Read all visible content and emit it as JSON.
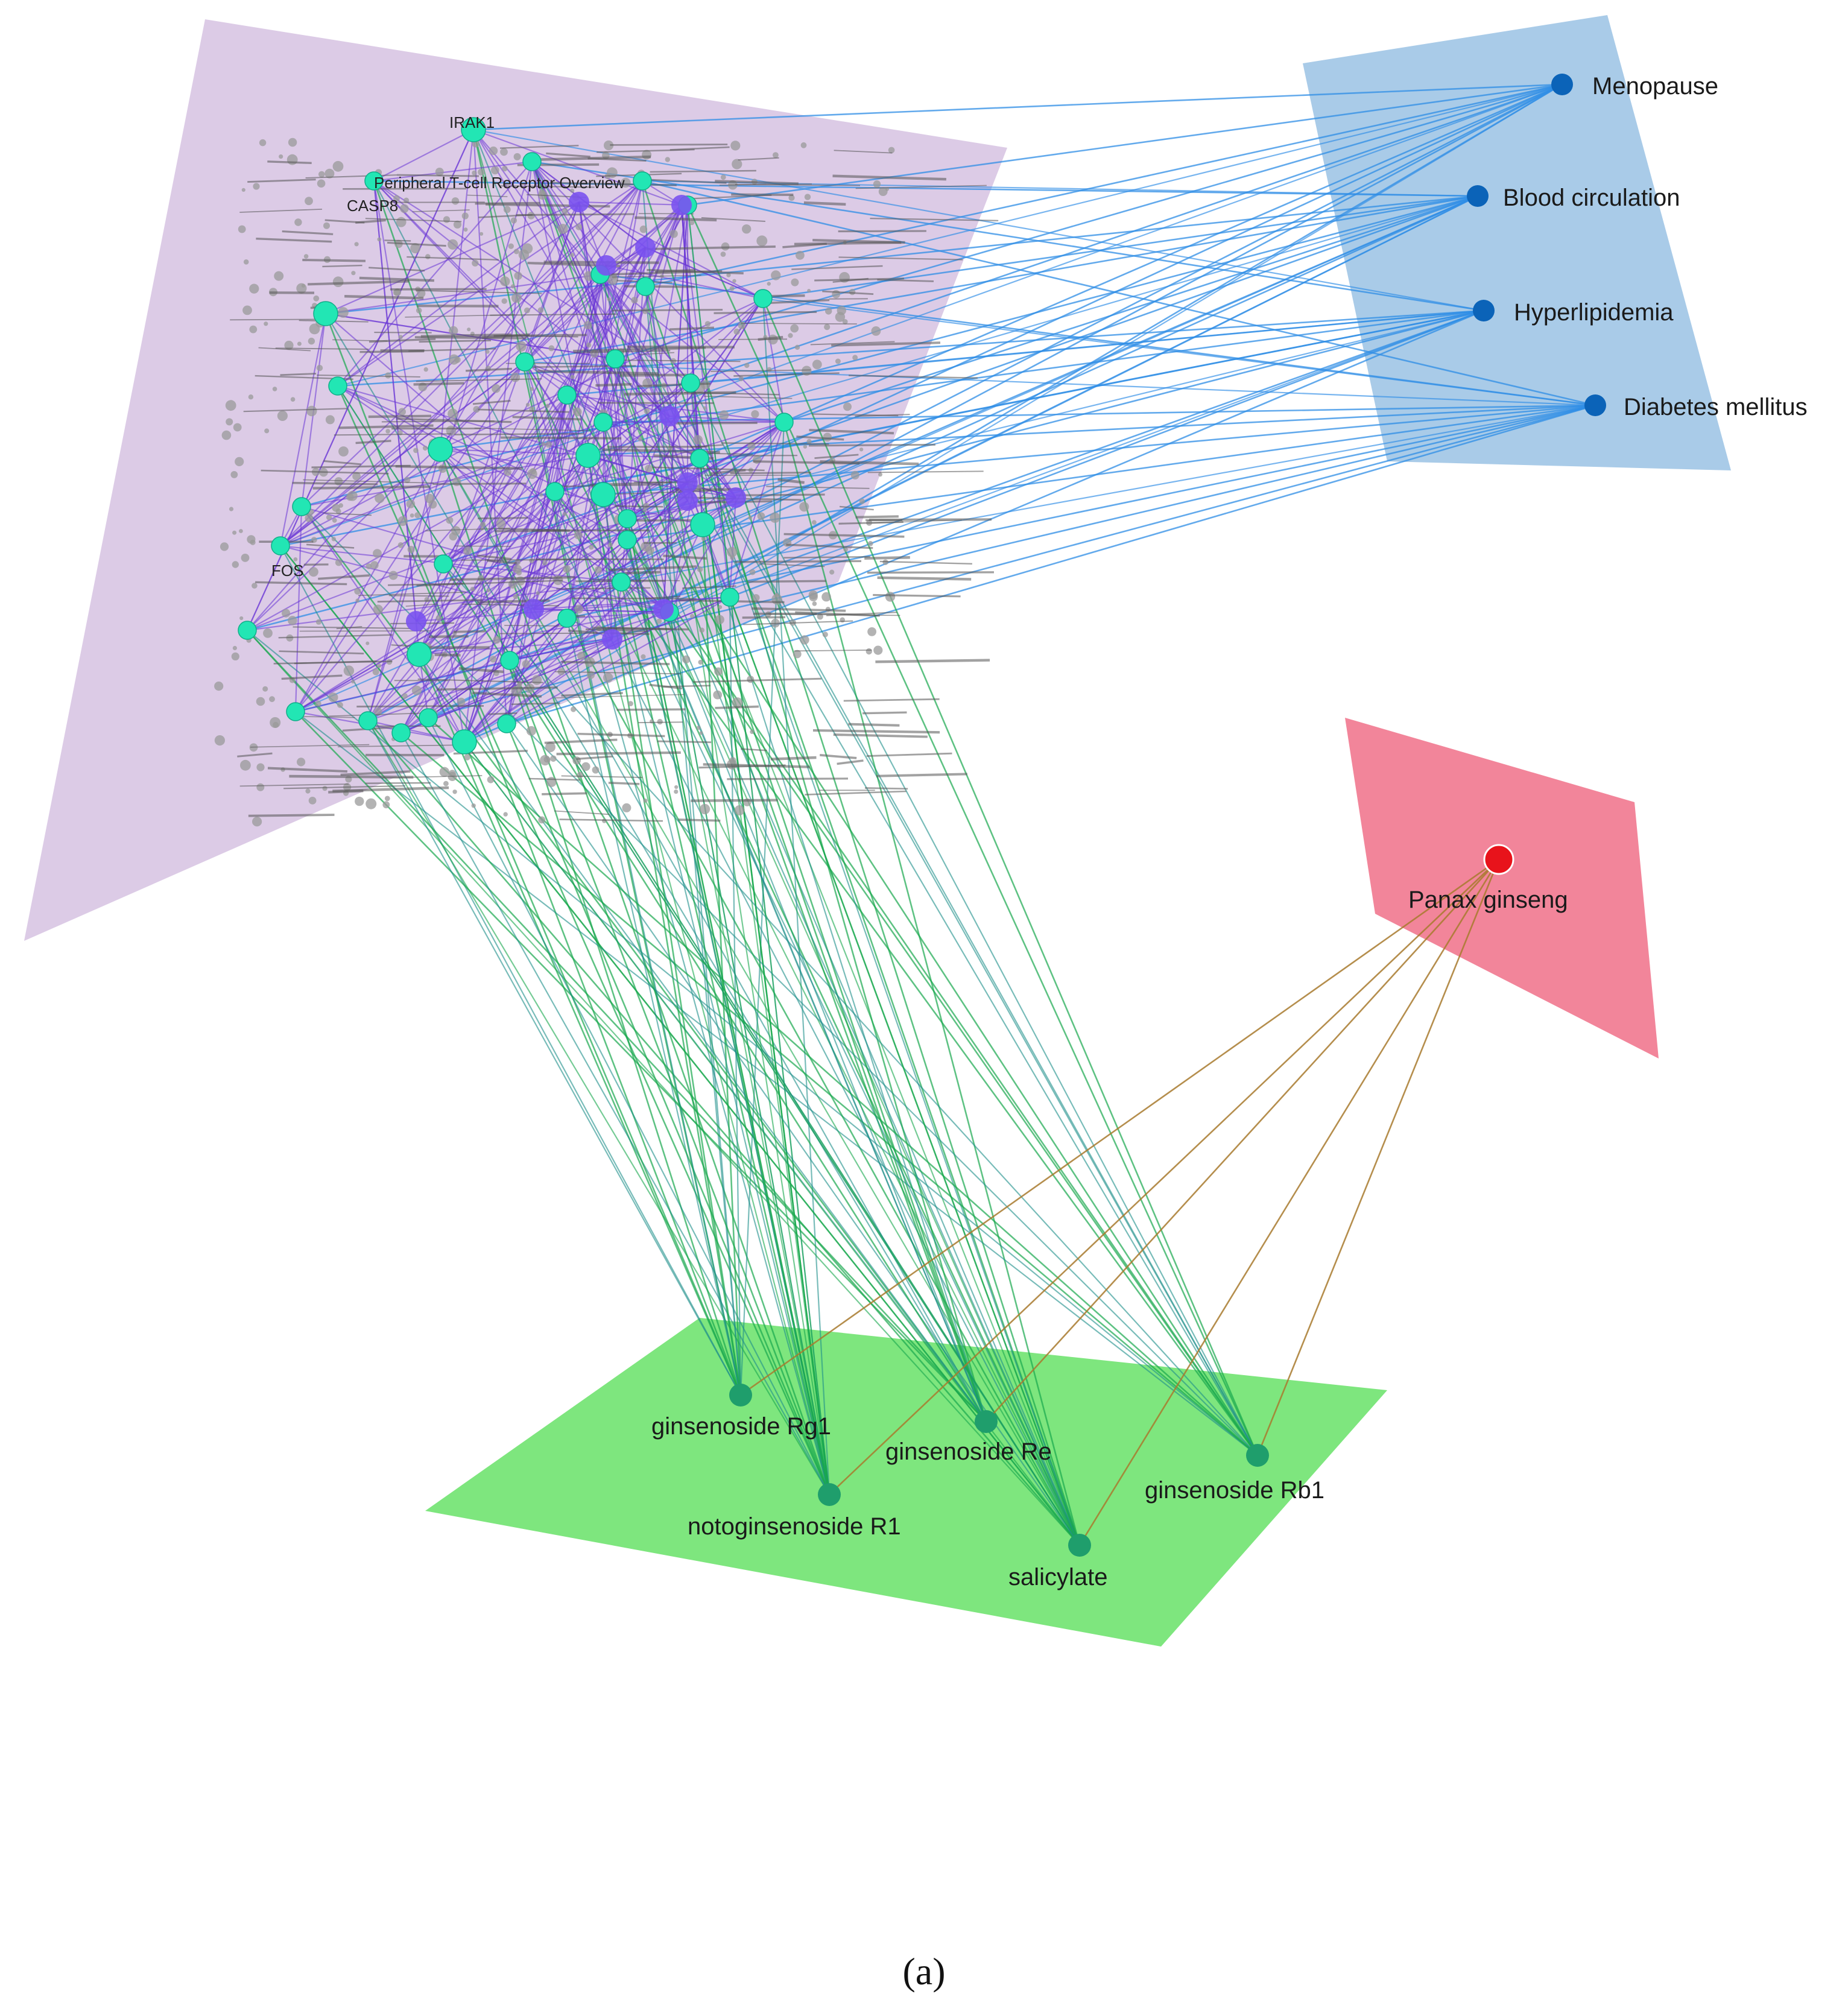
{
  "colors": {
    "pathway_panel": "#dccbe6",
    "disease_panel": "#a9cbe8",
    "herb_panel": "#f2859a",
    "compound_panel": "#7ee67e",
    "disease_node": "#0b63b8",
    "herb_node": "#e8131b",
    "compound_node": "#1f9e6c",
    "target_node": "#22e6b4",
    "pathway_node": "#7a52f0",
    "edge_target_disease": "#2f8ee6",
    "edge_target_compound": "#19a84e",
    "edge_herb_compound": "#a87a2e",
    "edge_target_target": "#6a36d6"
  },
  "diseases": [
    {
      "id": "menopause",
      "label": "Menopause"
    },
    {
      "id": "blood",
      "label": "Blood circulation"
    },
    {
      "id": "hyperlipidemia",
      "label": "Hyperlipidemia"
    },
    {
      "id": "diabetes",
      "label": "Diabetes mellitus"
    }
  ],
  "herb": {
    "id": "panax",
    "label": "Panax ginseng"
  },
  "compounds": [
    {
      "id": "rg1",
      "label": "ginsenoside Rg1"
    },
    {
      "id": "r1",
      "label": "notoginsenoside R1"
    },
    {
      "id": "re",
      "label": "ginsenoside Re"
    },
    {
      "id": "sal",
      "label": "salicylate"
    },
    {
      "id": "rb1",
      "label": "ginsenoside Rb1"
    }
  ],
  "cluster_labels": [
    {
      "id": "irak1",
      "label": "IRAK1"
    },
    {
      "id": "casp8",
      "label": "CASP8"
    },
    {
      "id": "fos",
      "label": "FOS"
    },
    {
      "id": "peripheral",
      "label": "Peripheral T-cell Receptor Overview"
    }
  ],
  "caption": "(a)"
}
